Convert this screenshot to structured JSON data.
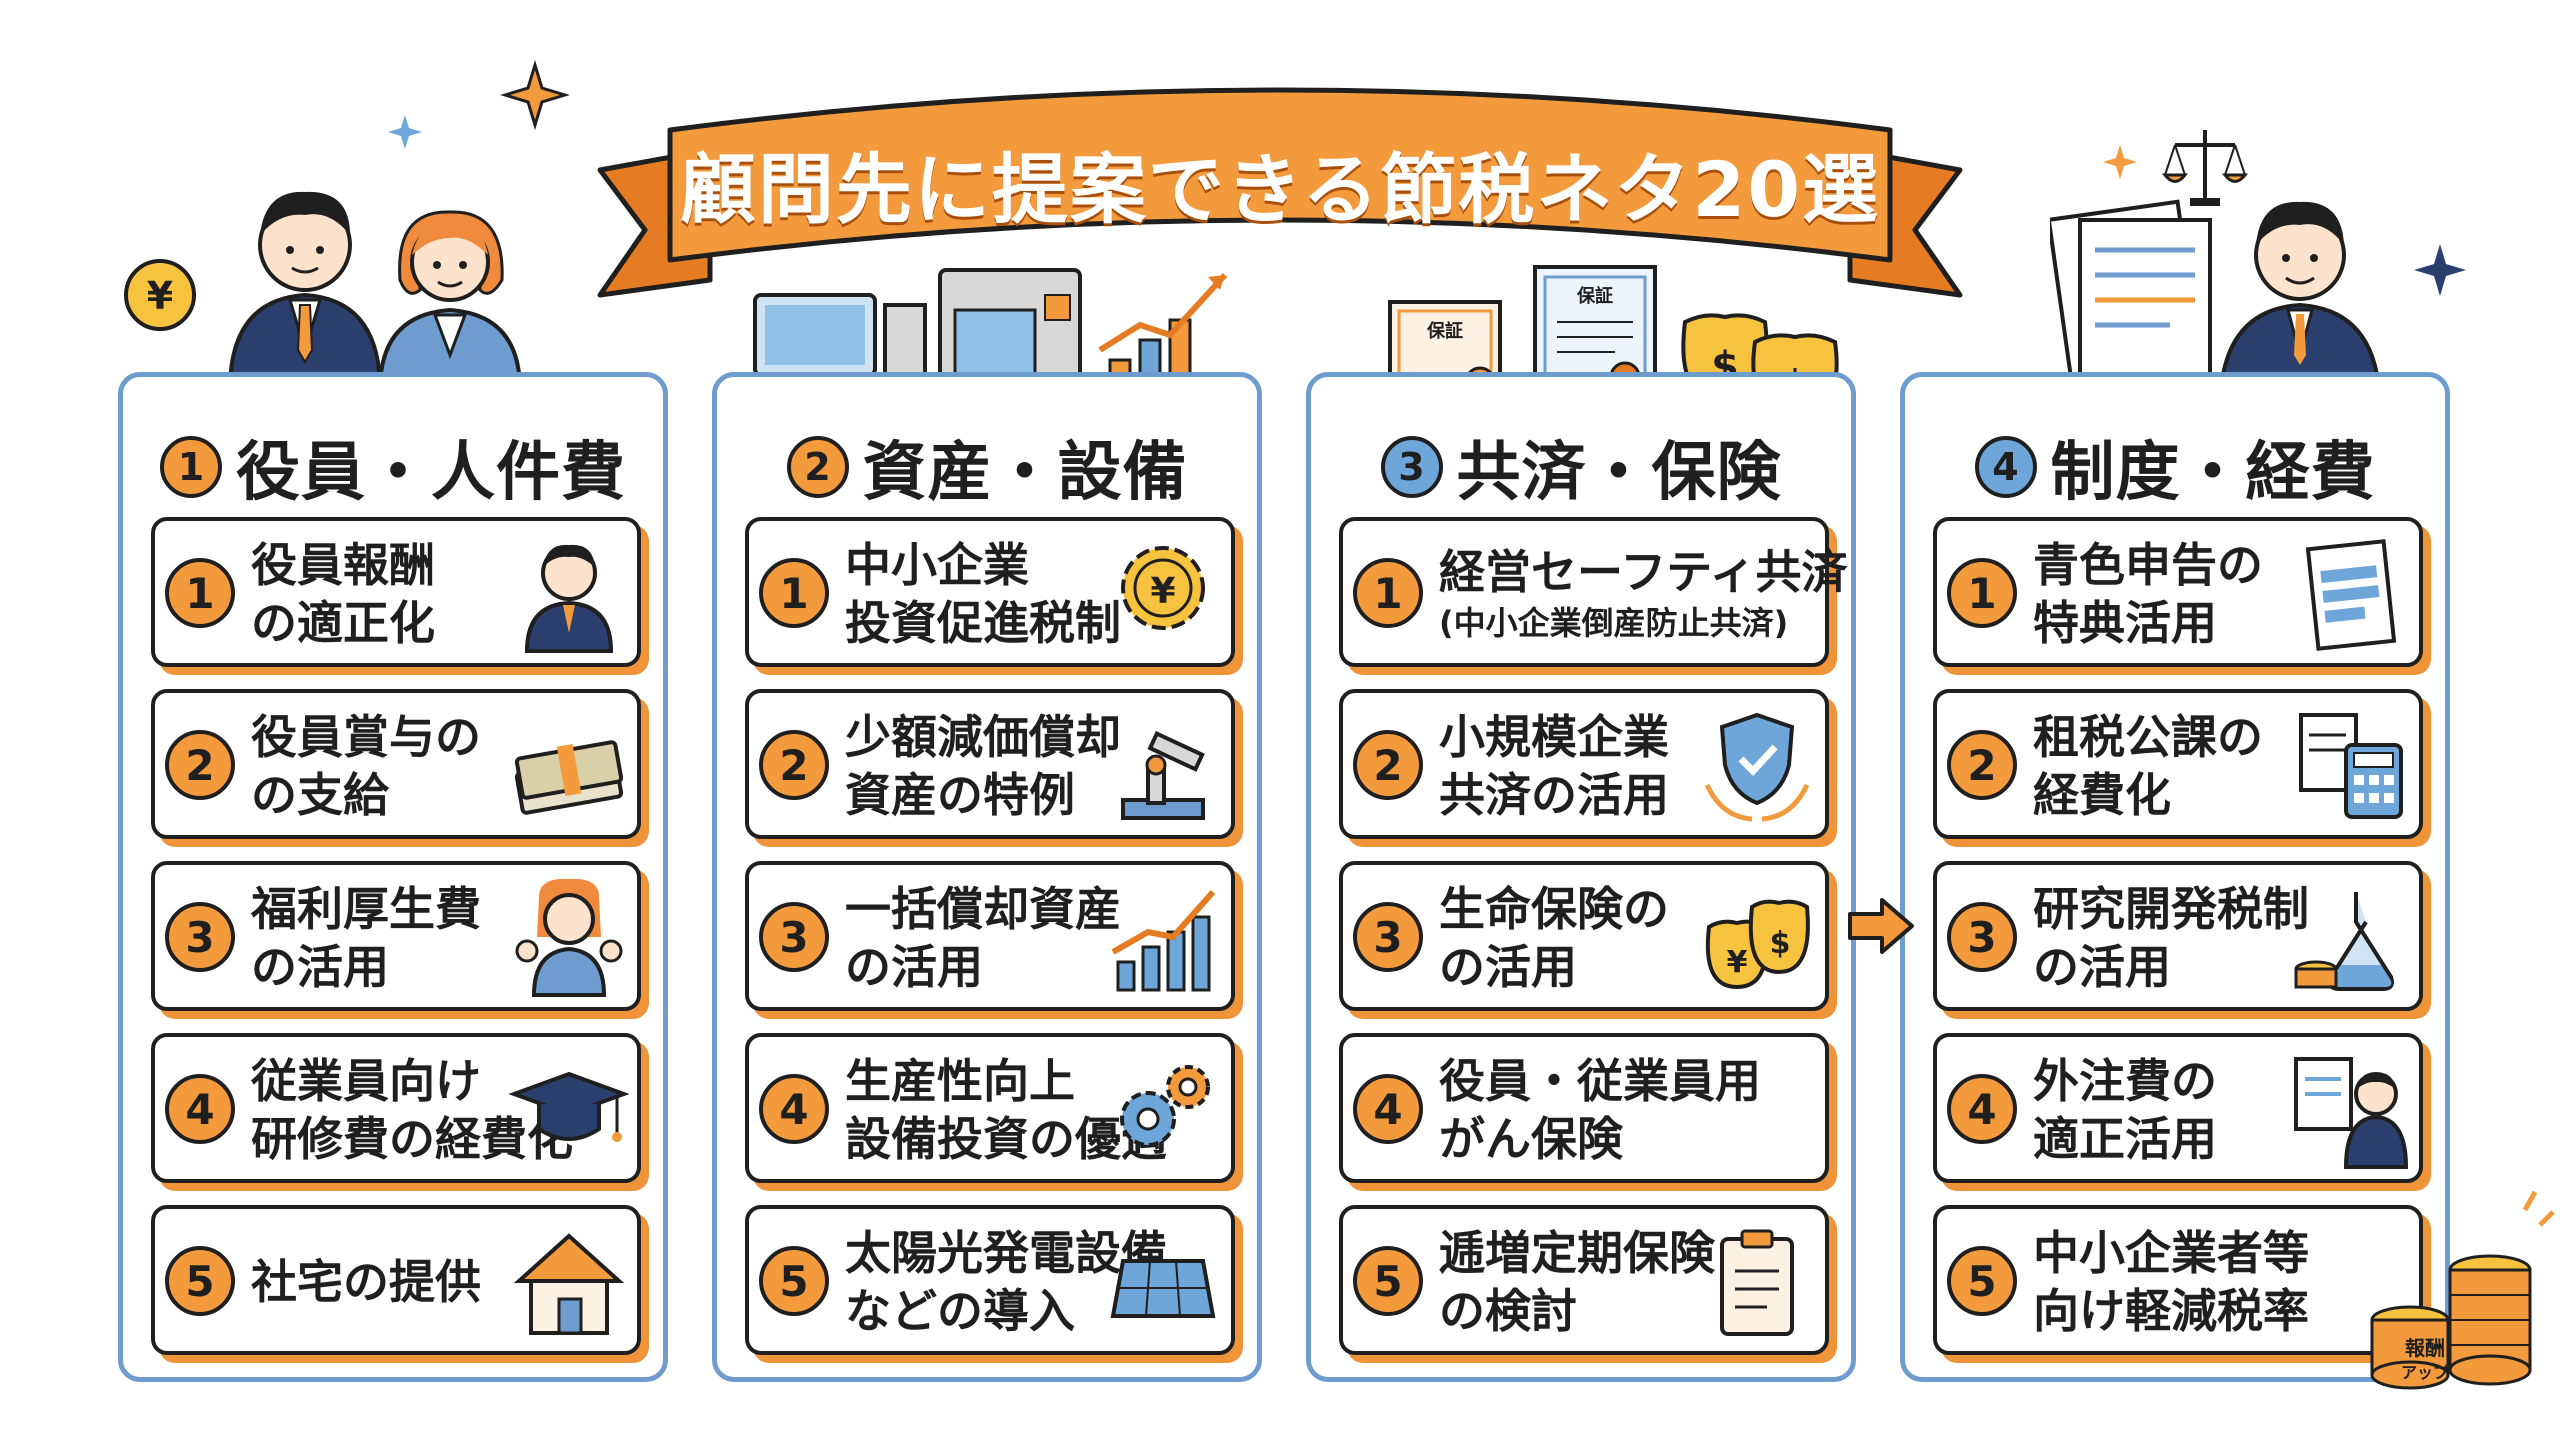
{
  "title": "顧問先に提案できる節税ネタ20選",
  "columns": [
    {
      "num": "1",
      "title": "役員・人件費",
      "num_color": "orange",
      "items": [
        {
          "num": "1",
          "line1": "役員報酬",
          "line2": "の適正化",
          "icon": "businessman-icon"
        },
        {
          "num": "2",
          "line1": "役員賞与の",
          "line2": "の支給",
          "icon": "cash-stack-icon"
        },
        {
          "num": "3",
          "line1": "福利厚生費",
          "line2": "の活用",
          "icon": "cheering-woman-icon"
        },
        {
          "num": "4",
          "line1": "従業員向け",
          "line2": "研修費の経費化",
          "icon": "graduation-cap-icon"
        },
        {
          "num": "5",
          "line1": "社宅の提供",
          "line2": "",
          "icon": "house-icon"
        }
      ]
    },
    {
      "num": "2",
      "title": "資産・設備",
      "num_color": "orange",
      "items": [
        {
          "num": "1",
          "line1": "中小企業",
          "line2": "投資促進税制",
          "icon": "yen-gear-icon"
        },
        {
          "num": "2",
          "line1": "少額減価償却",
          "line2": "資産の特例",
          "icon": "robot-arm-icon"
        },
        {
          "num": "3",
          "line1": "一括償却資産",
          "line2": "の活用",
          "icon": "growth-chart-icon"
        },
        {
          "num": "4",
          "line1": "生産性向上",
          "line2": "設備投資の優遇",
          "icon": "gears-icon"
        },
        {
          "num": "5",
          "line1": "太陽光発電設備",
          "line2": "などの導入",
          "icon": "solar-panel-icon"
        }
      ]
    },
    {
      "num": "3",
      "title": "共済・保険",
      "num_color": "blue",
      "items": [
        {
          "num": "1",
          "line1": "経営セーフティ共済",
          "line2": "(中小企業倒産防止共済)",
          "icon": ""
        },
        {
          "num": "2",
          "line1": "小規模企業",
          "line2": "共済の活用",
          "icon": "shield-hands-icon"
        },
        {
          "num": "3",
          "line1": "生命保険の",
          "line2": "の活用",
          "icon": "money-bags-icon"
        },
        {
          "num": "4",
          "line1": "役員・従業員用",
          "line2": "がん保険",
          "icon": ""
        },
        {
          "num": "5",
          "line1": "逓増定期保険",
          "line2": "の検討",
          "icon": "clipboard-icon"
        }
      ]
    },
    {
      "num": "4",
      "title": "制度・経費",
      "num_color": "blue",
      "items": [
        {
          "num": "1",
          "line1": "青色申告の",
          "line2": "特典活用",
          "icon": "document-icon"
        },
        {
          "num": "2",
          "line1": "租税公課の",
          "line2": "経費化",
          "icon": "calculator-icon"
        },
        {
          "num": "3",
          "line1": "研究開発税制",
          "line2": "の活用",
          "icon": "flask-coins-icon"
        },
        {
          "num": "4",
          "line1": "外注費の",
          "line2": "適正活用",
          "icon": "consultant-icon"
        },
        {
          "num": "5",
          "line1": "中小企業者等",
          "line2": "向け軽減税率",
          "icon": ""
        }
      ]
    }
  ],
  "decor": {
    "certificate_label": "保証",
    "coin_symbol": "¥",
    "bag_symbol": "$",
    "badge_line1": "報酬",
    "badge_line2": "アップ"
  },
  "colors": {
    "orange": "#f0943a",
    "blue": "#6e9ccf",
    "navy": "#2a3f6e",
    "outline": "#1f1f1f"
  }
}
